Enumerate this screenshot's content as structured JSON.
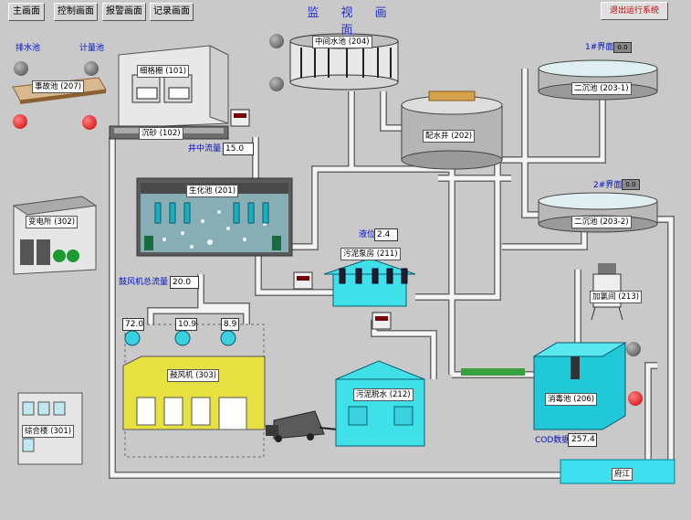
{
  "nav": {
    "main_screen": "主画面",
    "control_screen": "控制画面",
    "alarm_screen": "报警画面",
    "record_screen": "记录画面"
  },
  "page_title": "监 视 画 面",
  "exit_button": "退出运行系统",
  "labels": {
    "drain_pool": "排水池",
    "metering_pool": "计量池",
    "accident_pool": "事故池 (207)",
    "fine_grille": "细格栅 (101)",
    "sand_settling": "沉砂 (102)",
    "well_flow": "井中流量",
    "bio_tank": "生化池 (201)",
    "middle_pool": "中间水池 (204)",
    "water_well": "配水井 (202)",
    "interface1": "1#界面",
    "secondary1": "二沉池 (203-1)",
    "interface2": "2#界面",
    "secondary2": "二沉池 (203-2)",
    "substation": "变电所 (302)",
    "level": "液位",
    "sludge_pump": "污泥泵房 (211)",
    "chlorine": "加氯间 (213)",
    "blower_total": "鼓风机总流量",
    "blower_room": "鼓风机 (303)",
    "sludge_dewater": "污泥脱水 (212)",
    "disinfect": "消毒池 (206)",
    "cod": "COD数据",
    "complex_building": "综合楼 (301)",
    "river": "府江"
  },
  "values": {
    "well_flow": "15.0",
    "level": "2.4",
    "blower_total": "20.0",
    "blower1": "72.0",
    "blower2": "10.9",
    "blower3": "8.9",
    "cod": "257.4",
    "interface1": "0.0",
    "interface2": "0.0"
  },
  "colors": {
    "water": "#3fe0e8",
    "pipe": "#f0f0f0",
    "blower_room": "#e6e040",
    "indicator_red": "#d00000",
    "title_blue": "#2030c8"
  }
}
